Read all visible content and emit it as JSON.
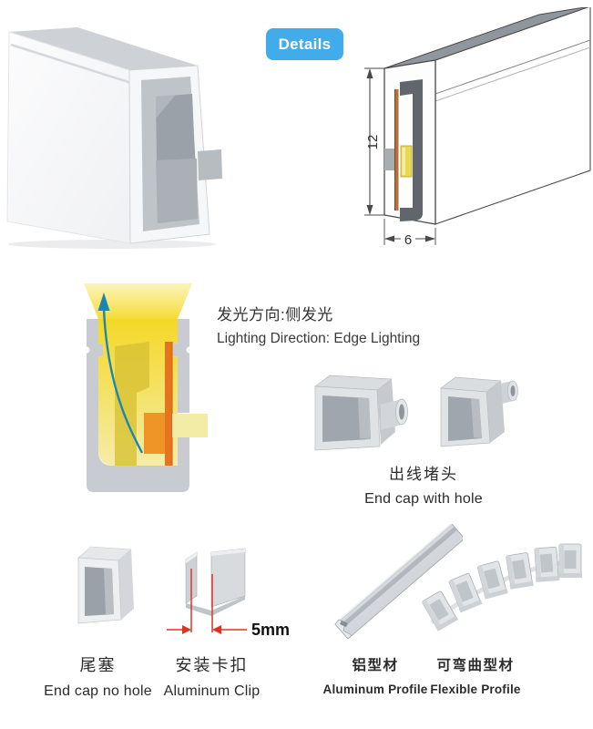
{
  "header": {
    "details_label": "Details"
  },
  "cross_section": {
    "height_dim": "12",
    "width_dim": "6"
  },
  "lighting": {
    "label_zh": "发光方向:侧发光",
    "label_en": "Lighting Direction: Edge Lighting"
  },
  "parts": {
    "endcap_with_hole": {
      "label_zh": "出线堵头",
      "label_en": "End cap with hole"
    },
    "endcap_no_hole": {
      "label_zh": "尾塞",
      "label_en": "End cap no hole"
    },
    "aluminum_clip": {
      "label_zh": "安装卡扣",
      "label_en": "Aluminum Clip",
      "dimension": "5mm"
    },
    "aluminum_profile": {
      "label_zh": "铝型材",
      "label_en": "Aluminum Profile"
    },
    "flexible_profile": {
      "label_zh": "可弯曲型材",
      "label_en": "Flexible Profile"
    }
  },
  "colors": {
    "accent_blue": "#41ACE9",
    "dimension_red": "#E03222",
    "glow_yellow": "#F4D826",
    "pcb_orange": "#E8731E",
    "led_orange": "#EF9426",
    "arrow_teal": "#1E86AD",
    "profile_gray": "#C8CCD2",
    "drawing_line": "#4A4A4A",
    "text_dark": "#2B2B2B"
  }
}
